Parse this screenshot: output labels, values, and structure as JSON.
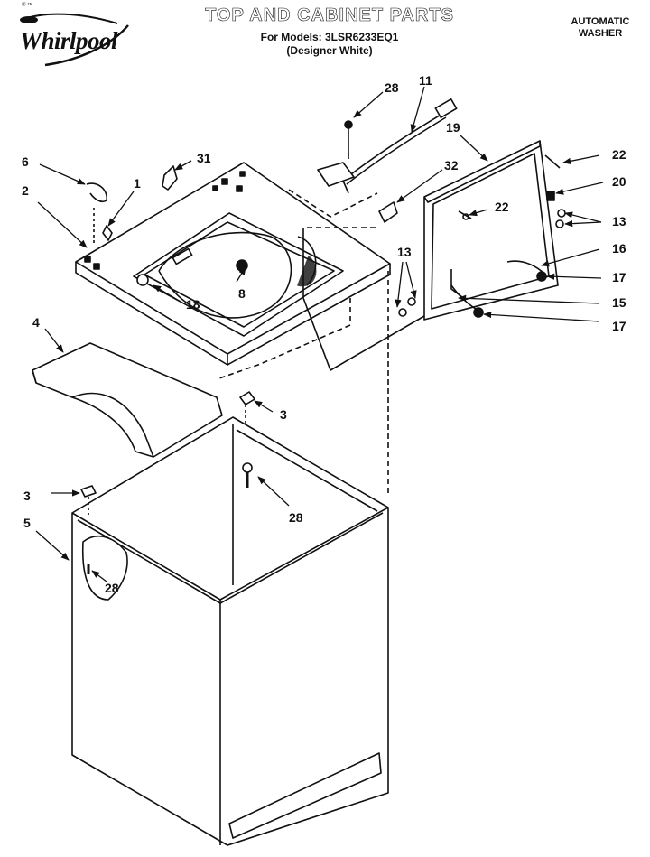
{
  "header": {
    "tiny_mark": "® ™",
    "brand": "Whirlpool",
    "title": "TOP AND CABINET PARTS",
    "model_line": "For Models: 3LSR6233EQ1",
    "color_line": "(Designer White)",
    "product_line1": "AUTOMATIC",
    "product_line2": "WASHER"
  },
  "callouts": [
    {
      "id": "c28a",
      "label": "28"
    },
    {
      "id": "c11",
      "label": "11"
    },
    {
      "id": "c19",
      "label": "19"
    },
    {
      "id": "c22a",
      "label": "22"
    },
    {
      "id": "c20",
      "label": "20"
    },
    {
      "id": "c6",
      "label": "6"
    },
    {
      "id": "c31",
      "label": "31"
    },
    {
      "id": "c32",
      "label": "32"
    },
    {
      "id": "c22b",
      "label": "22"
    },
    {
      "id": "c13a",
      "label": "13"
    },
    {
      "id": "c1",
      "label": "1"
    },
    {
      "id": "c2",
      "label": "2"
    },
    {
      "id": "c16",
      "label": "16"
    },
    {
      "id": "c13b",
      "label": "13"
    },
    {
      "id": "c17a",
      "label": "17"
    },
    {
      "id": "c8",
      "label": "8"
    },
    {
      "id": "c18",
      "label": "18"
    },
    {
      "id": "c15",
      "label": "15"
    },
    {
      "id": "c17b",
      "label": "17"
    },
    {
      "id": "c4",
      "label": "4"
    },
    {
      "id": "c3a",
      "label": "3"
    },
    {
      "id": "c3b",
      "label": "3"
    },
    {
      "id": "c28b",
      "label": "28"
    },
    {
      "id": "c5",
      "label": "5"
    },
    {
      "id": "c28c",
      "label": "28"
    }
  ],
  "colors": {
    "ink": "#111111",
    "paper": "#ffffff"
  }
}
